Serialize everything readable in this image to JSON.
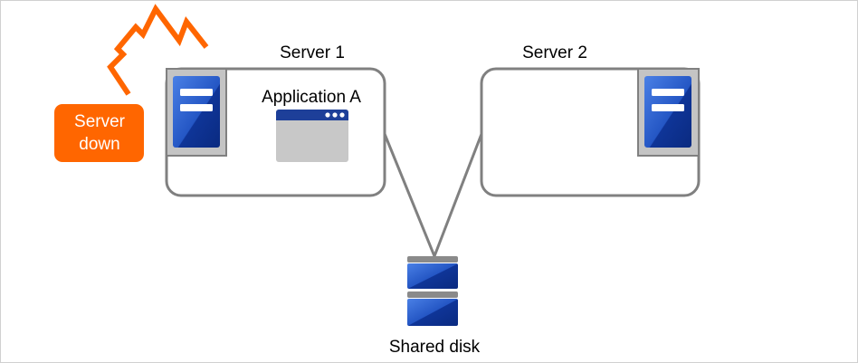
{
  "servers": [
    {
      "name": "Server 1",
      "status": "failed"
    },
    {
      "name": "Server 2",
      "status": "standby"
    }
  ],
  "application": {
    "name": "Application A"
  },
  "shared_disk": {
    "label": "Shared disk"
  },
  "alert": {
    "line1": "Server",
    "line2": "down"
  },
  "colors": {
    "frame": "#d0d0d0",
    "box_border": "#808080",
    "alert_orange": "#ff6600",
    "server_blue_light": "#3a6fd6",
    "server_blue_dark": "#0b2f8f",
    "server_bezel": "#c4c4c4",
    "app_window_body": "#c8c8c8",
    "app_window_bar": "#1d3f99",
    "connector_line": "#808080"
  }
}
